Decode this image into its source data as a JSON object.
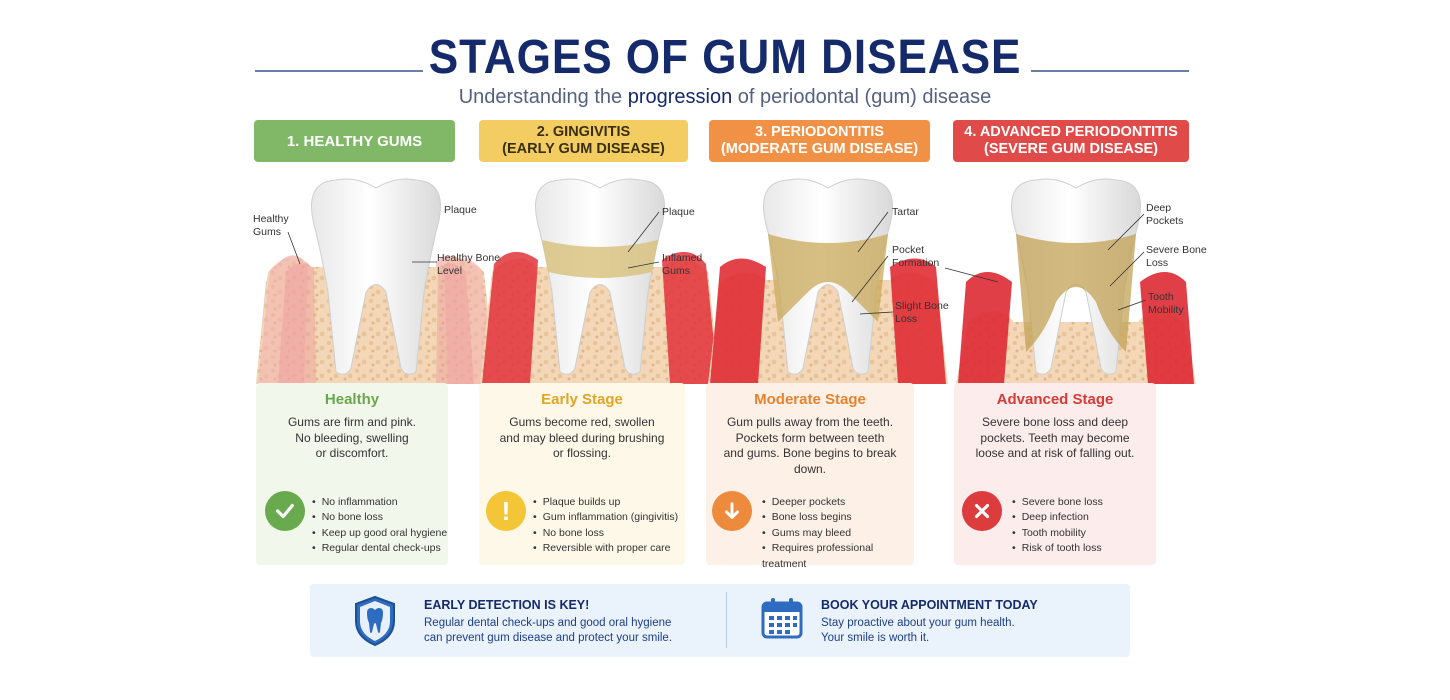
{
  "title": "STAGES OF GUM DISEASE",
  "subtitle": {
    "part1": "Understanding the ",
    "part2": "progression",
    "part3": " of periodontal (gum) disease"
  },
  "colors": {
    "healthy": "#7fb765",
    "gingivitis": "#f4cd62",
    "periodontitis": "#f09145",
    "advanced": "#e04b4a",
    "navy": "#152a6b"
  },
  "stages": [
    {
      "header": [
        "1. HEALTHY GUMS"
      ],
      "labels": [
        "Healthy Gums",
        "Plaque",
        "Healthy Bone Level"
      ],
      "card_title": "Healthy",
      "description": [
        "Gums are firm and pink.",
        "No bleeding, swelling",
        "or discomfort."
      ],
      "icon": "check-icon",
      "bullets": [
        "No inflammation",
        "No bone loss",
        "Keep up good oral hygiene",
        "Regular dental check-ups"
      ]
    },
    {
      "header": [
        "2. GINGIVITIS",
        "(EARLY GUM DISEASE)"
      ],
      "labels": [
        "Plaque",
        "Inflamed Gums"
      ],
      "card_title": "Early Stage",
      "description": [
        "Gums become red, swollen",
        "and may bleed during brushing",
        "or flossing."
      ],
      "icon": "exclamation-icon",
      "bullets": [
        "Plaque builds up",
        "Gum inflammation (gingivitis)",
        "No bone loss",
        "Reversible with proper care"
      ]
    },
    {
      "header": [
        "3. PERIODONTITIS",
        "(MODERATE GUM DISEASE)"
      ],
      "labels": [
        "Tartar",
        "Pocket Formation",
        "Slight Bone Loss"
      ],
      "card_title": "Moderate Stage",
      "description": [
        "Gum pulls away from the teeth.",
        "Pockets form between teeth",
        "and gums. Bone begins to break",
        "down."
      ],
      "icon": "arrow-down-icon",
      "bullets": [
        "Deeper pockets",
        "Bone loss begins",
        "Gums may bleed",
        "Requires professional treatment"
      ]
    },
    {
      "header": [
        "4. ADVANCED PERIODONTITIS",
        "(SEVERE GUM DISEASE)"
      ],
      "labels": [
        "Deep Pockets",
        "Severe Bone Loss",
        "Tooth Mobility"
      ],
      "card_title": "Advanced Stage",
      "description": [
        "Severe bone loss and deep",
        "pockets. Teeth may become",
        "loose and at risk of falling out."
      ],
      "icon": "x-icon",
      "bullets": [
        "Severe bone loss",
        "Deep infection",
        "Tooth mobility",
        "Risk of tooth loss"
      ]
    }
  ],
  "footer": {
    "left_heading": "EARLY DETECTION IS KEY!",
    "left_text": [
      "Regular dental check-ups and good oral hygiene",
      "can prevent gum disease and protect your smile."
    ],
    "right_heading": "BOOK YOUR APPOINTMENT TODAY",
    "right_text": [
      "Stay proactive about your gum health.",
      "Your smile is worth it."
    ]
  }
}
